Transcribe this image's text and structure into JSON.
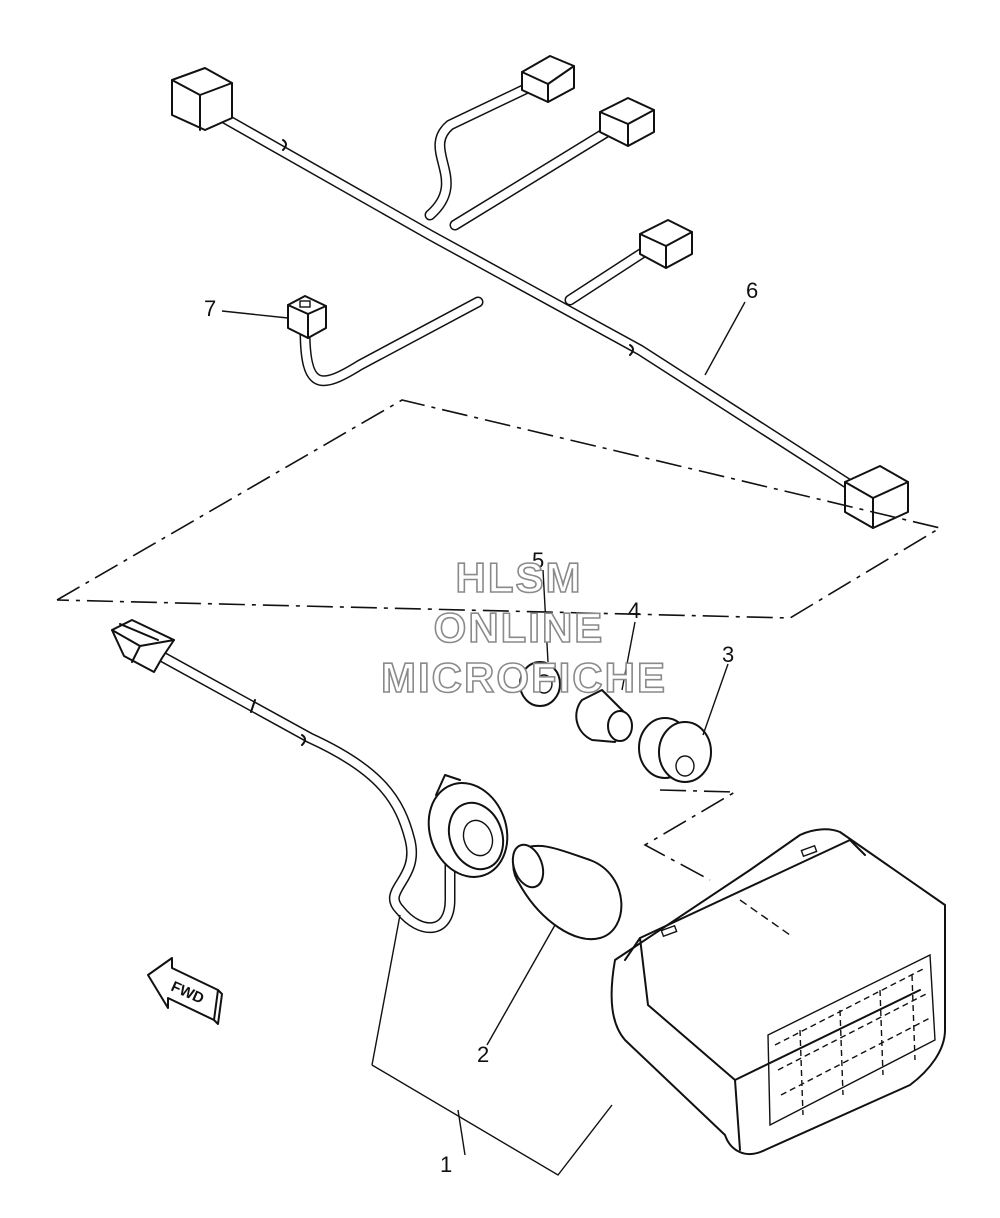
{
  "diagram": {
    "callouts": [
      {
        "id": "1",
        "label": "1"
      },
      {
        "id": "2",
        "label": "2"
      },
      {
        "id": "3",
        "label": "3"
      },
      {
        "id": "4",
        "label": "4"
      },
      {
        "id": "5",
        "label": "5"
      },
      {
        "id": "6",
        "label": "6"
      },
      {
        "id": "7",
        "label": "7"
      }
    ],
    "watermark": [
      "HLSM",
      "ONLINE",
      "MICROFICHE"
    ],
    "direction_label": "FWD"
  }
}
